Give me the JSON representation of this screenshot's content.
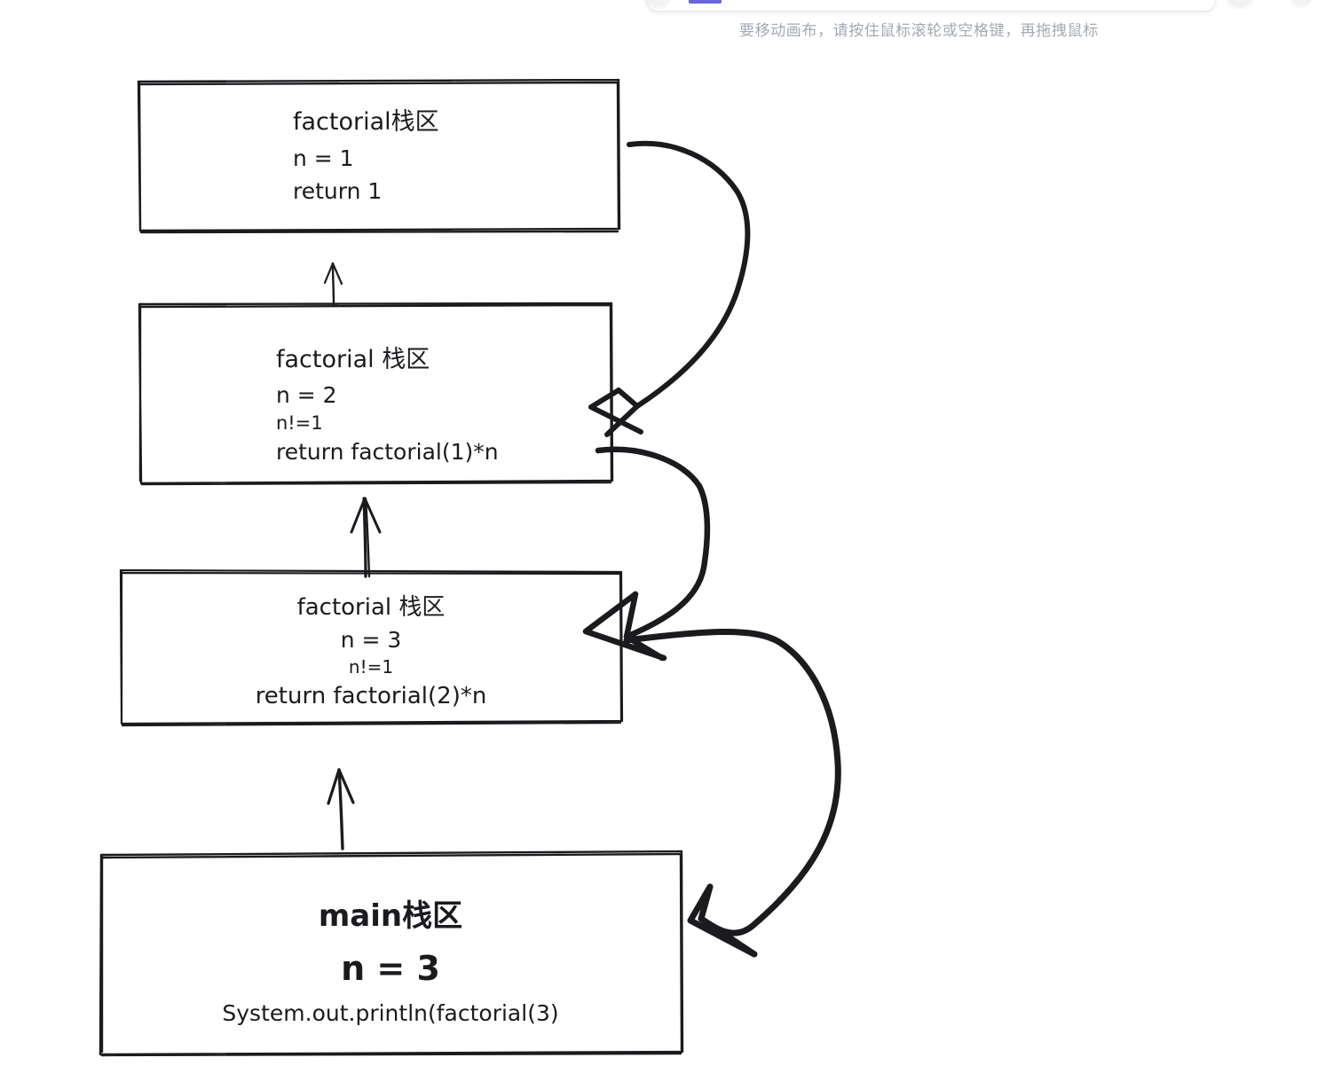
{
  "app": {
    "hint": "要移动画布，请按住鼠标滚轮或空格键，再拖拽鼠标",
    "accent_color": "#6965db",
    "hint_color": "#a3a9b5",
    "stroke_color": "#1b1b1f",
    "background": "#ffffff"
  },
  "toolbar": {
    "active_tool_indicator": "",
    "left_orb": "",
    "right_orb": "",
    "far_orb": ""
  },
  "diagram": {
    "title": "factorial recursion call stack",
    "frames": [
      {
        "id": "factorial-1",
        "title": "factorial栈区",
        "lines": [
          "n = 1",
          "return 1"
        ]
      },
      {
        "id": "factorial-2",
        "title": "factorial 栈区",
        "lines": [
          "n = 2",
          "n!=1",
          "return factorial(1)*n"
        ]
      },
      {
        "id": "factorial-3",
        "title": "factorial 栈区",
        "lines": [
          "n = 3",
          "n!=1",
          "return factorial(2)*n"
        ]
      },
      {
        "id": "main",
        "title": "main栈区",
        "lines": [
          "n = 3",
          "System.out.println(factorial(3)"
        ]
      }
    ],
    "connectors": [
      {
        "id": "call-main-to-f3",
        "kind": "straight-arrow-up",
        "from": "main",
        "to": "factorial-3"
      },
      {
        "id": "call-f3-to-f2",
        "kind": "straight-arrow-up",
        "from": "factorial-3",
        "to": "factorial-2"
      },
      {
        "id": "call-f2-to-f1",
        "kind": "straight-arrow-up",
        "from": "factorial-2",
        "to": "factorial-1"
      },
      {
        "id": "return-f1-to-f2",
        "kind": "curved-arrow-right-loop",
        "from": "factorial-1",
        "to": "factorial-2"
      },
      {
        "id": "return-f2-to-f3",
        "kind": "curved-arrow-right-loop",
        "from": "factorial-2",
        "to": "factorial-3"
      },
      {
        "id": "return-f3-to-main",
        "kind": "curved-arrow-right-loop",
        "from": "factorial-3",
        "to": "main"
      }
    ]
  }
}
